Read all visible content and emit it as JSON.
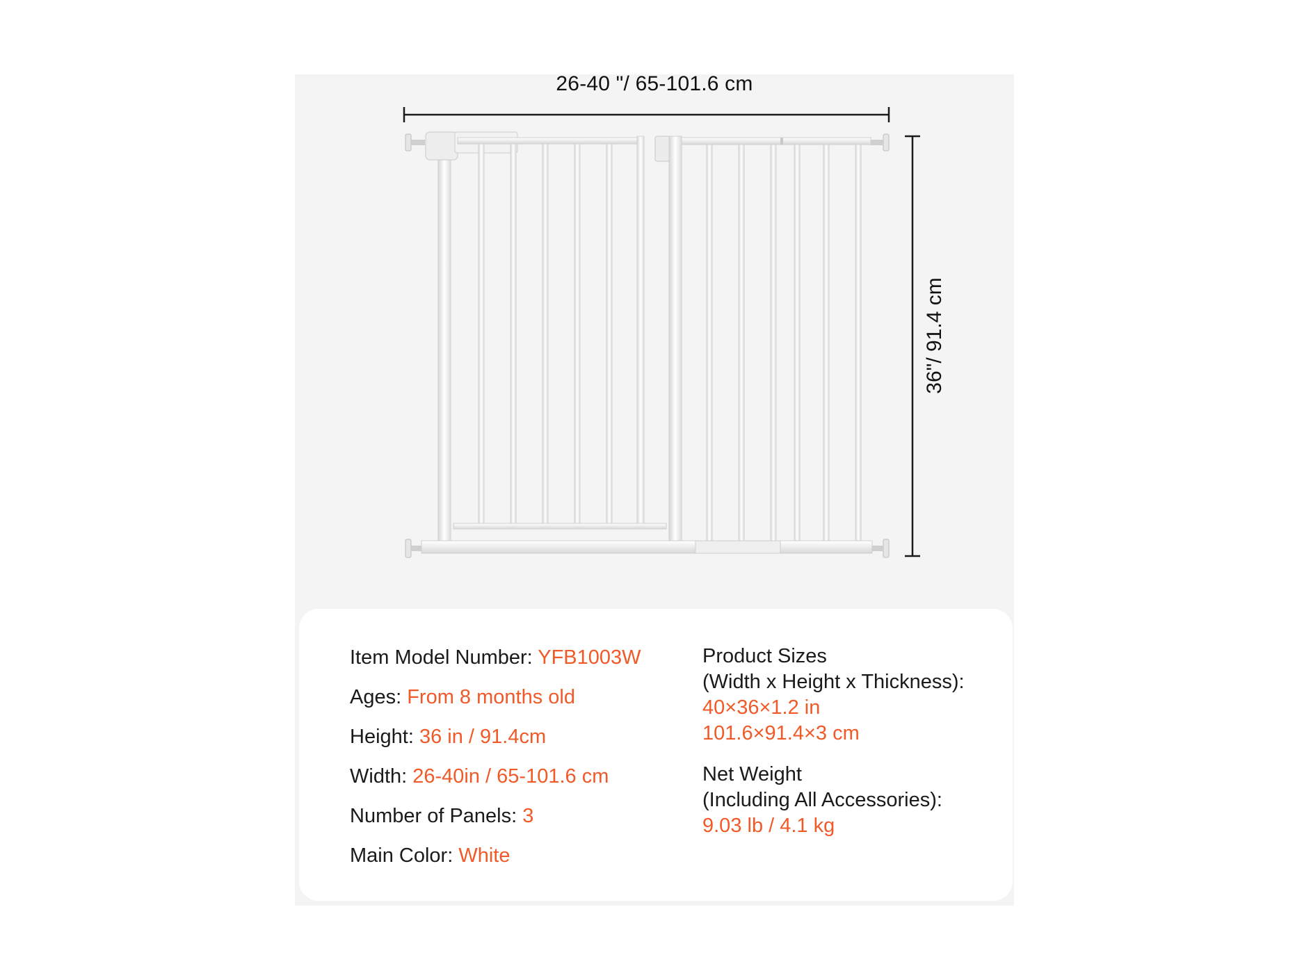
{
  "dimensions": {
    "width_label": "26-40 \"/ 65-101.6 cm",
    "height_label": "36\"/ 91.4 cm"
  },
  "specs_left": [
    {
      "label": "Item Model Number: ",
      "value": "YFB1003W"
    },
    {
      "label": "Ages: ",
      "value": "From 8 months old"
    },
    {
      "label": "Height: ",
      "value": "36 in / 91.4cm"
    },
    {
      "label": "Width: ",
      "value": "26-40in / 65-101.6 cm"
    },
    {
      "label": "Number of Panels: ",
      "value": "3"
    },
    {
      "label": "Main Color: ",
      "value": "White"
    }
  ],
  "specs_right": {
    "product_sizes": {
      "title": "Product Sizes",
      "subtitle": "(Width x Height x Thickness):",
      "value_in": "40×36×1.2 in",
      "value_cm": "101.6×91.4×3 cm"
    },
    "net_weight": {
      "title": "Net Weight",
      "subtitle": "(Including All Accessories):",
      "value": "9.03 lb / 4.1 kg"
    }
  },
  "colors": {
    "accent": "#f05a28",
    "text": "#1a1a1a",
    "panel_bg": "#f4f4f4",
    "card_bg": "#ffffff"
  }
}
